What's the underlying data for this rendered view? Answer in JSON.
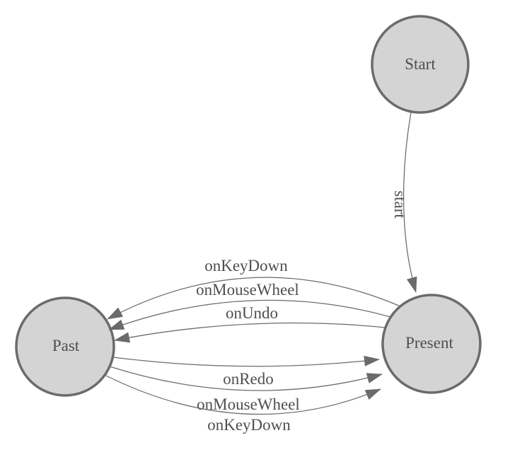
{
  "diagram": {
    "type": "state-machine",
    "background": "#ffffff",
    "colors": {
      "node_fill": "#d4d4d4",
      "node_stroke": "#6b6b6b",
      "edge_stroke": "#6b6b6b",
      "arrow_fill": "#6b6b6b",
      "label_text": "#4f4f4f"
    },
    "nodes": [
      {
        "id": "start",
        "label": "Start"
      },
      {
        "id": "present",
        "label": "Present"
      },
      {
        "id": "past",
        "label": "Past"
      }
    ],
    "edges": [
      {
        "from": "Start",
        "to": "Present",
        "label": "start"
      },
      {
        "from": "Present",
        "to": "Past",
        "label": "onKeyDown"
      },
      {
        "from": "Present",
        "to": "Past",
        "label": "onMouseWheel"
      },
      {
        "from": "Present",
        "to": "Past",
        "label": "onUndo"
      },
      {
        "from": "Past",
        "to": "Present",
        "label": "onRedo"
      },
      {
        "from": "Past",
        "to": "Present",
        "label": "onMouseWheel"
      },
      {
        "from": "Past",
        "to": "Present",
        "label": "onKeyDown"
      }
    ]
  }
}
